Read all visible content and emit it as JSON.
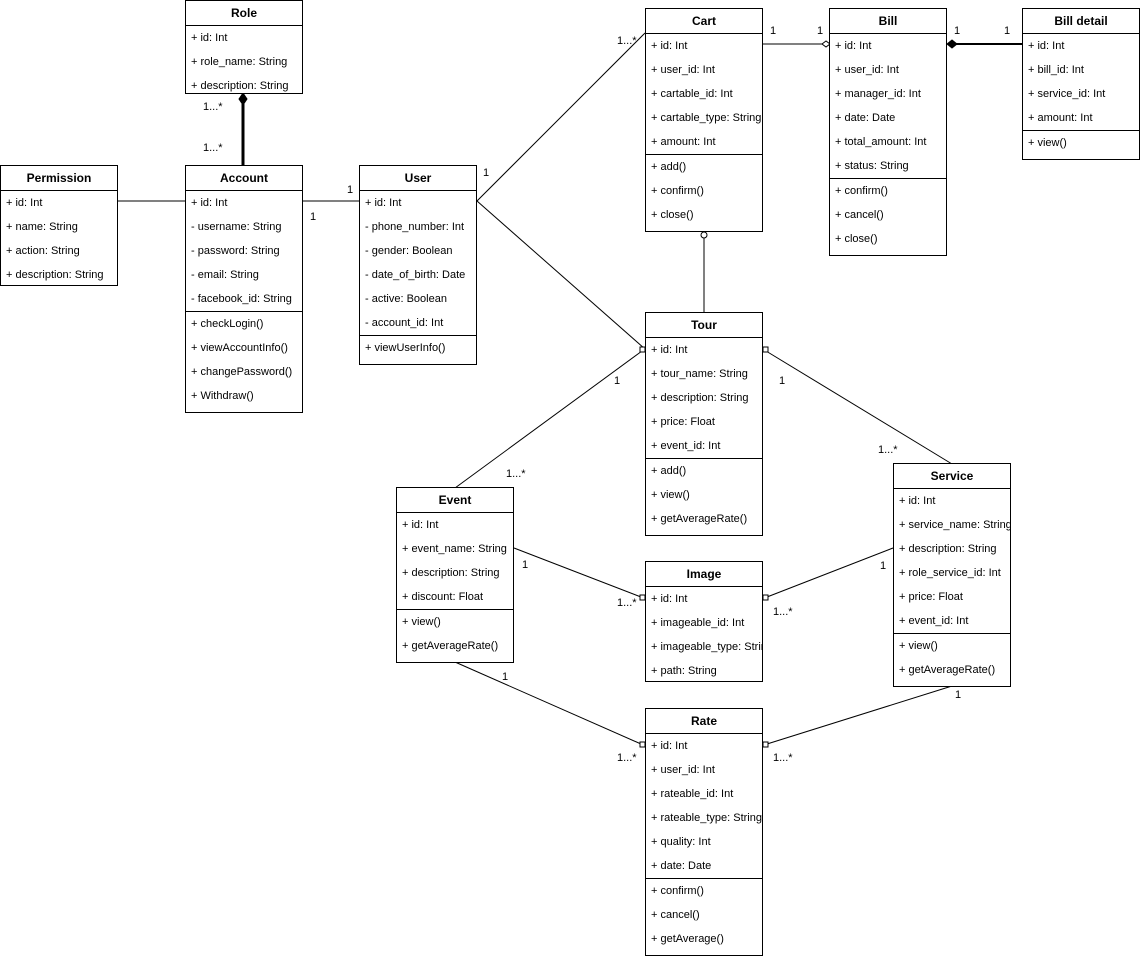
{
  "classes": {
    "role": {
      "name": "Role",
      "attrs": [
        "+ id: Int",
        "+ role_name: String",
        "+ description: String"
      ],
      "methods": []
    },
    "permission": {
      "name": "Permission",
      "attrs": [
        "+ id: Int",
        "+ name: String",
        "+ action: String",
        "+ description: String"
      ],
      "methods": []
    },
    "account": {
      "name": "Account",
      "attrs": [
        "+ id: Int",
        "- username: String",
        "- password: String",
        "- email: String",
        "- facebook_id: String"
      ],
      "methods": [
        "+ checkLogin()",
        "+ viewAccountInfo()",
        "+ changePassword()",
        "+ Withdraw()"
      ]
    },
    "user": {
      "name": "User",
      "attrs": [
        "+ id: Int",
        "- phone_number: Int",
        "- gender: Boolean",
        "- date_of_birth: Date",
        "- active: Boolean",
        "- account_id: Int"
      ],
      "methods": [
        "+ viewUserInfo()"
      ]
    },
    "cart": {
      "name": "Cart",
      "attrs": [
        "+ id: Int",
        "+ user_id: Int",
        "+ cartable_id: Int",
        "+ cartable_type: String",
        "+ amount: Int"
      ],
      "methods": [
        "+ add()",
        "+ confirm()",
        "+ close()"
      ]
    },
    "bill": {
      "name": "Bill",
      "attrs": [
        "+ id: Int",
        "+ user_id: Int",
        "+ manager_id: Int",
        "+ date: Date",
        "+ total_amount: Int",
        "+ status: String"
      ],
      "methods": [
        "+ confirm()",
        "+ cancel()",
        "+ close()"
      ]
    },
    "billdetail": {
      "name": "Bill detail",
      "attrs": [
        "+ id: Int",
        "+ bill_id: Int",
        "+ service_id: Int",
        "+ amount: Int"
      ],
      "methods": [
        "+ view()"
      ]
    },
    "tour": {
      "name": "Tour",
      "attrs": [
        "+ id: Int",
        "+ tour_name: String",
        "+ description: String",
        "+ price: Float",
        "+ event_id: Int"
      ],
      "methods": [
        "+ add()",
        "+ view()",
        "+ getAverageRate()"
      ]
    },
    "event": {
      "name": "Event",
      "attrs": [
        "+ id: Int",
        "+ event_name: String",
        "+ description: String",
        "+ discount: Float"
      ],
      "methods": [
        "+ view()",
        "+ getAverageRate()"
      ]
    },
    "image": {
      "name": "Image",
      "attrs": [
        "+ id: Int",
        "+ imageable_id: Int",
        "+ imageable_type: String",
        "+ path: String"
      ],
      "methods": []
    },
    "service": {
      "name": "Service",
      "attrs": [
        "+ id: Int",
        "+ service_name: String",
        "+ description: String",
        "+ role_service_id: Int",
        "+ price: Float",
        "+ event_id: Int"
      ],
      "methods": [
        "+ view()",
        "+ getAverageRate()"
      ]
    },
    "rate": {
      "name": "Rate",
      "attrs": [
        "+ id: Int",
        "+ user_id: Int",
        "+ rateable_id: Int",
        "+ rateable_type: String",
        "+ quality: Int",
        "+ date: Date"
      ],
      "methods": [
        "+ confirm()",
        "+ cancel()",
        "+ getAverage()"
      ]
    }
  },
  "multiplicities": {
    "role_account_top": "1...*",
    "role_account_bottom": "1...*",
    "account_user_left": "1",
    "account_user_right": "1",
    "user_cart_user": "1",
    "user_cart_cart": "1...*",
    "cart_bill_cart": "1",
    "cart_bill_bill": "1",
    "bill_detail_bill": "1",
    "bill_detail_detail": "1",
    "tour_event_tour": "1",
    "tour_event_event": "1...*",
    "tour_service_tour": "1",
    "tour_service_service": "1...*",
    "event_image_event": "1",
    "event_image_image": "1...*",
    "service_image_service": "1",
    "service_image_image": "1...*",
    "event_rate_event": "1",
    "event_rate_rate": "1...*",
    "service_rate_service": "1",
    "service_rate_rate": "1...*"
  }
}
